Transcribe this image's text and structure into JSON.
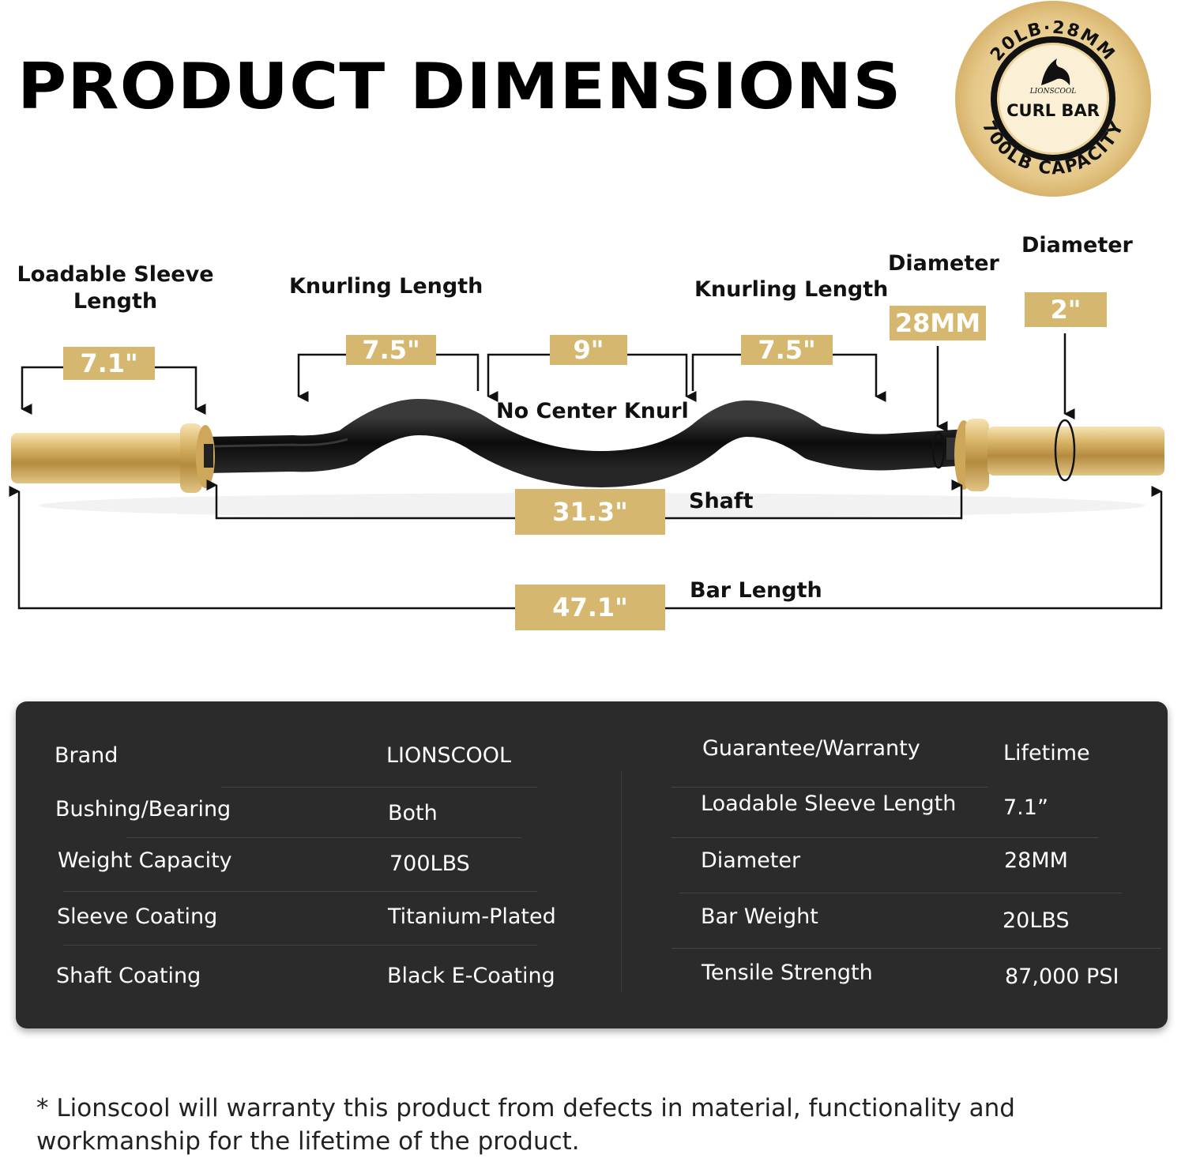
{
  "header": {
    "title": "PRODUCT DIMENSIONS"
  },
  "badge": {
    "top_text": "20LB·28MM",
    "brand_text": "LIONSCOOL",
    "center_text": "CURL BAR",
    "bottom_text": "700LB CAPACITY"
  },
  "labels": {
    "loadable_sleeve": [
      "Loadable Sleeve",
      "Length"
    ],
    "knurling_left": "Knurling Length",
    "knurling_right": "Knurling Length",
    "diameter_28": "Diameter",
    "diameter_2": "Diameter",
    "no_center_knurl": "No Center Knurl",
    "shaft": "Shaft",
    "bar_length": "Bar Length"
  },
  "tags": {
    "sleeve": "7.1\"",
    "knurl_left": "7.5\"",
    "center": "9\"",
    "knurl_right": "7.5\"",
    "diam_28": "28MM",
    "diam_2": "2\"",
    "shaft": "31.3\"",
    "bar": "47.1\""
  },
  "specs": {
    "left": [
      {
        "label": "Brand",
        "value": "LIONSCOOL"
      },
      {
        "label": "Bushing/Bearing",
        "value": "Both"
      },
      {
        "label": "Weight Capacity",
        "value": "700LBS"
      },
      {
        "label": "Sleeve Coating",
        "value": "Titanium-Plated"
      },
      {
        "label": "Shaft Coating",
        "value": "Black E-Coating"
      }
    ],
    "right": [
      {
        "label": "Guarantee/Warranty",
        "value": "Lifetime"
      },
      {
        "label": "Loadable Sleeve Length",
        "value": "7.1”"
      },
      {
        "label": "Diameter",
        "value": "28MM"
      },
      {
        "label": "Bar Weight",
        "value": "20LBS"
      },
      {
        "label": "Tensile Strength",
        "value": "87,000 PSI"
      }
    ]
  },
  "footnote": "* Lionscool will warranty this product from defects in material, functionality and workmanship for the lifetime of the product."
}
